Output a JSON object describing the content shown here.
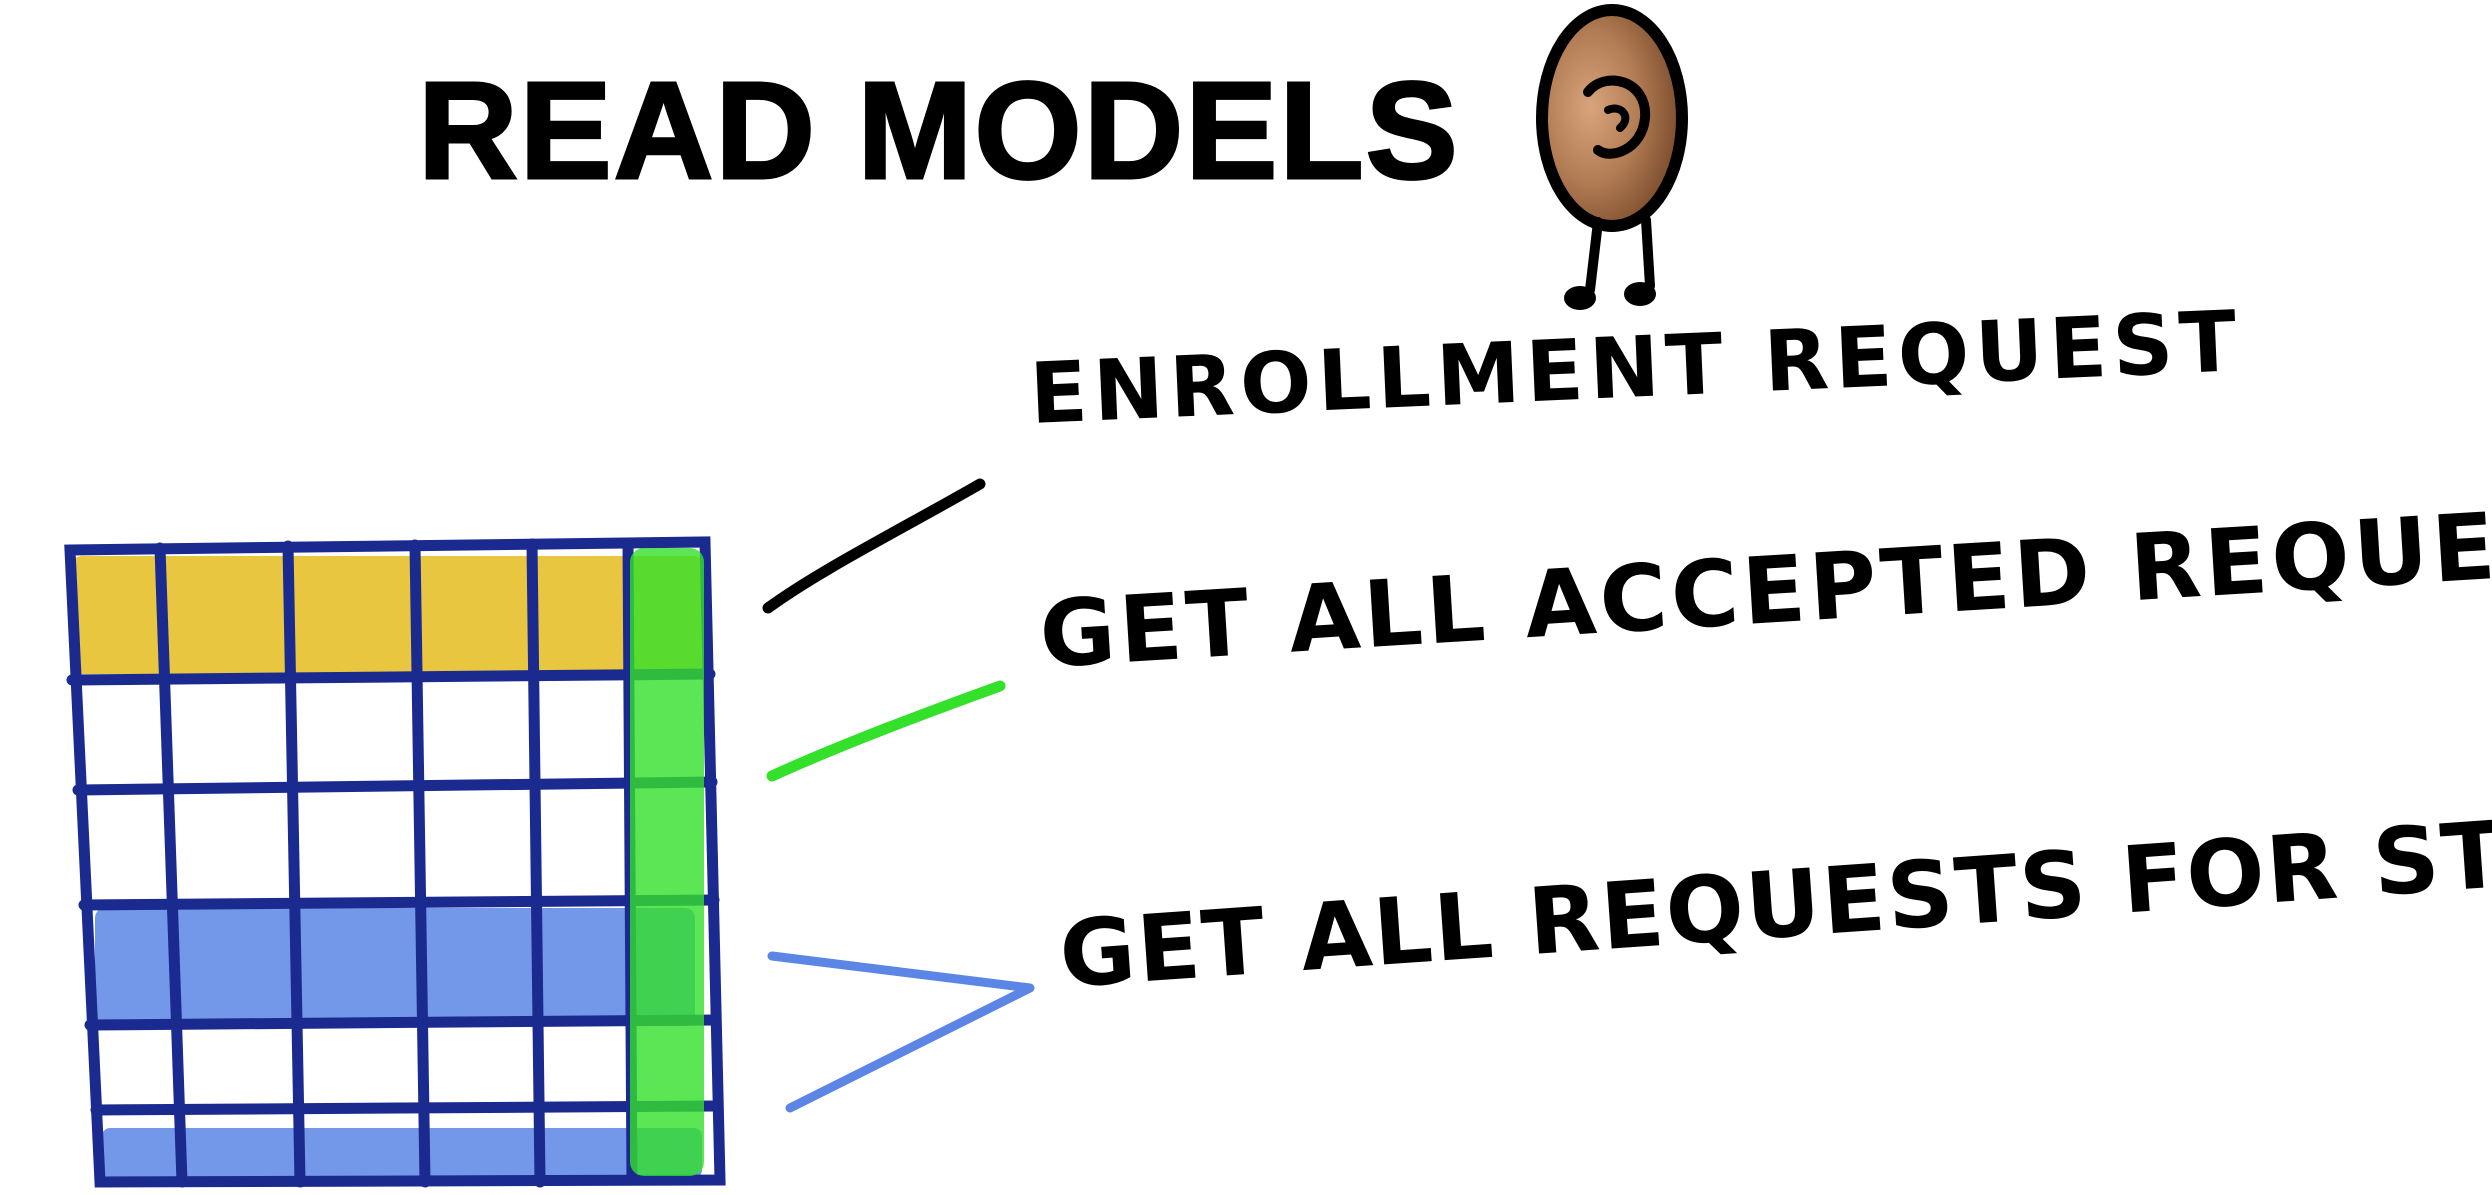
{
  "title": "READ MODELS",
  "labels": {
    "enrollment": "ENROLLMENT REQUEST",
    "accepted": "GET ALL ACCEPTED REQUESTS",
    "student": "GET ALL REQUESTS FOR STUDENT"
  },
  "icons": {
    "listener": "ear-icon"
  },
  "colors": {
    "text": "#000000",
    "grid": "#1b2a8f",
    "yellow_highlight": "#e6c02a",
    "green_highlight": "#33e02a",
    "blue_highlight": "#5b86e5",
    "ear_fill": "#a9714a"
  }
}
